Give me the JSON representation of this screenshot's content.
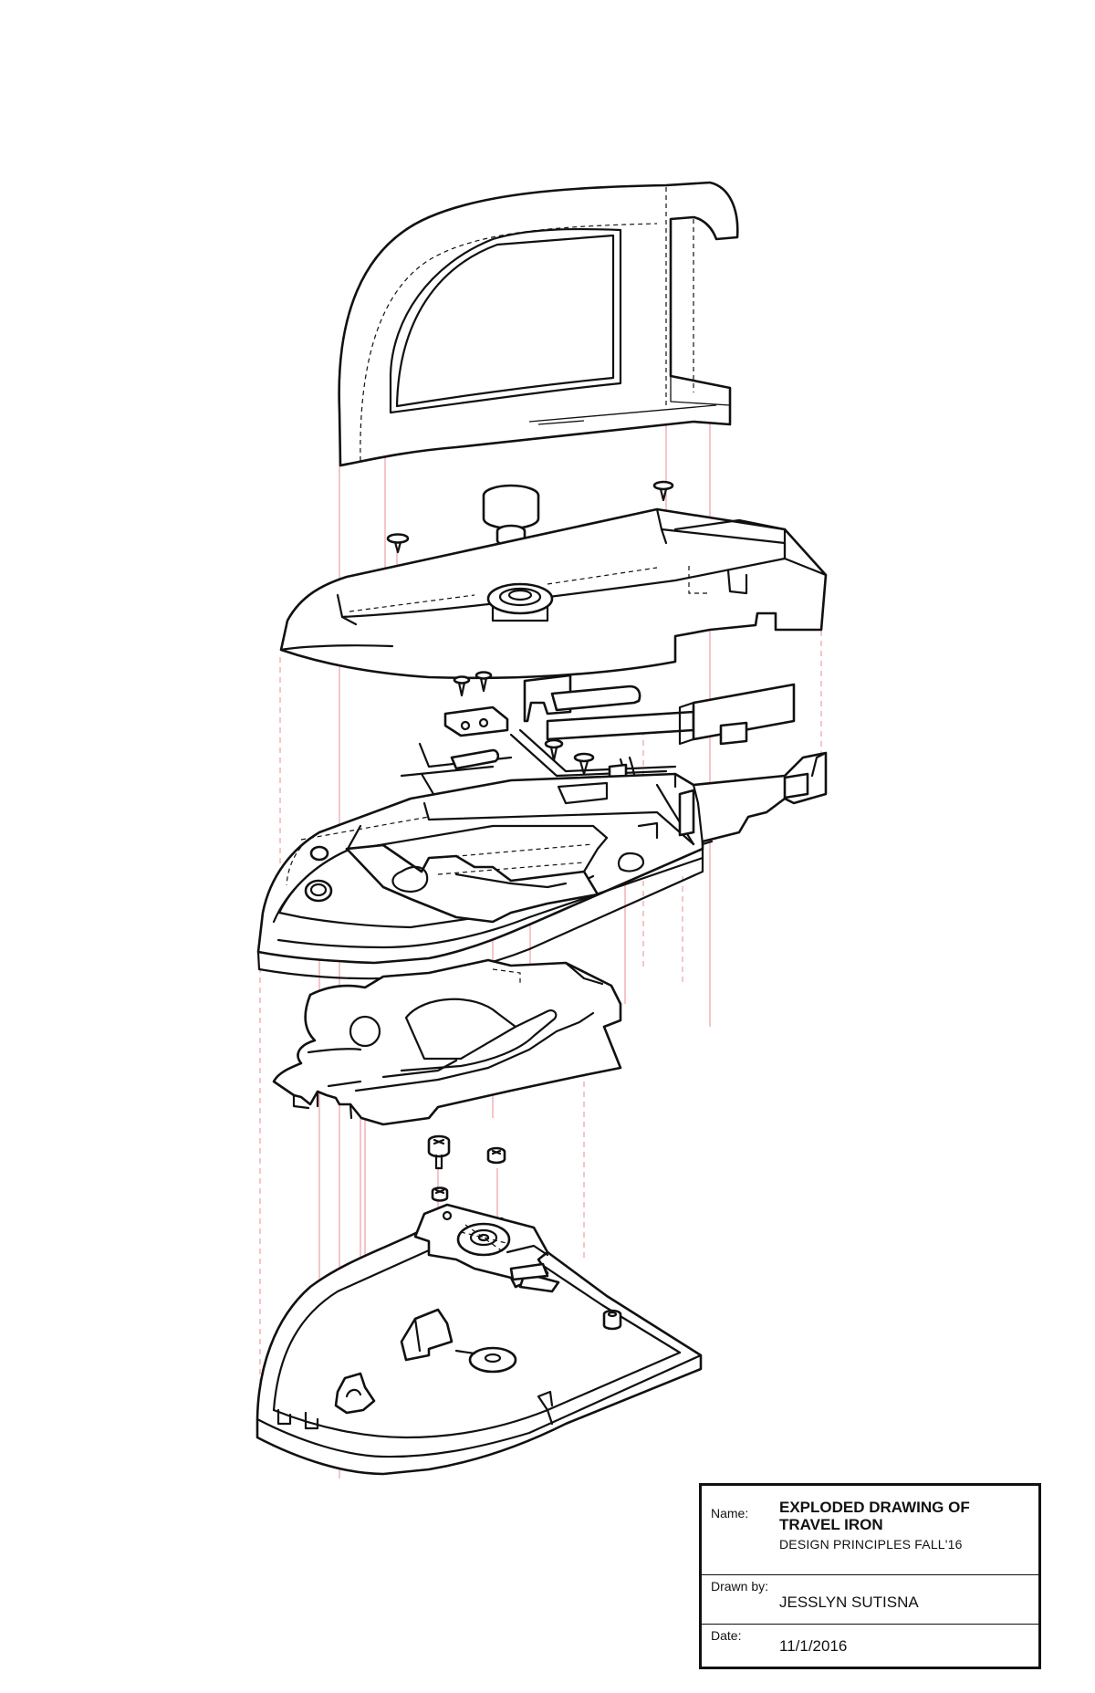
{
  "title_block": {
    "name_label": "Name:",
    "name_value": "EXPLODED DRAWING OF TRAVEL IRON",
    "course": "DESIGN PRINCIPLES FALL'16",
    "drawn_by_label": "Drawn by:",
    "drawn_by_value": "JESSLYN SUTISNA",
    "date_label": "Date:",
    "date_value": "11/1/2016"
  },
  "colors": {
    "line": "#111111",
    "projection_line": "#e8646c",
    "paper": "#ffffff"
  }
}
